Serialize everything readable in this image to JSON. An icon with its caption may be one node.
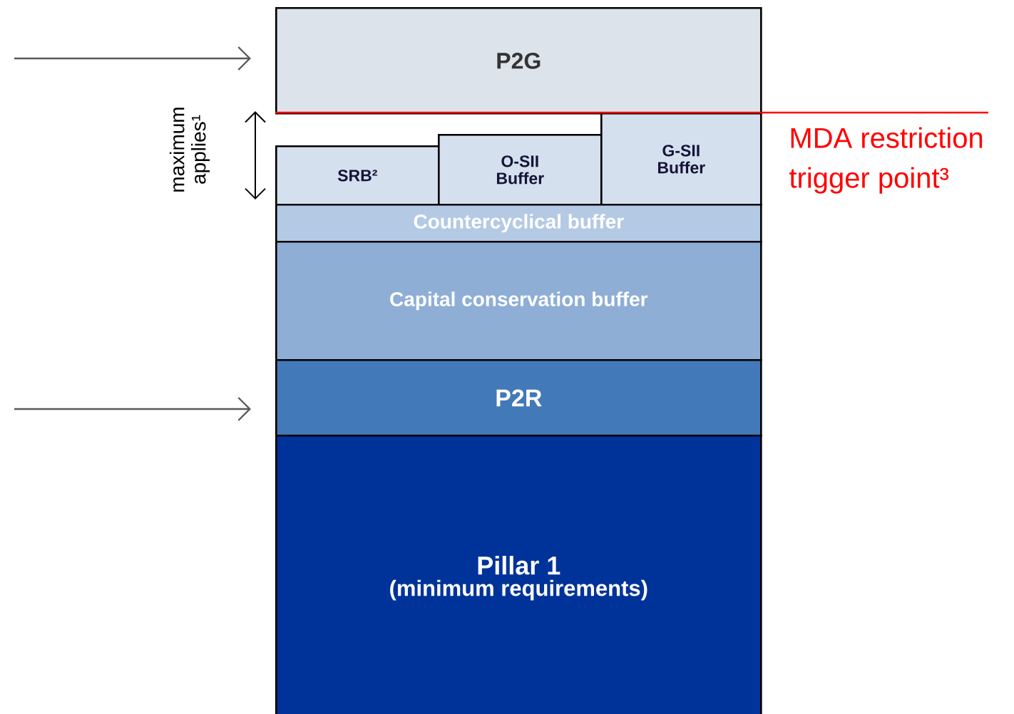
{
  "diagram": {
    "nodes": [
      {
        "text": [
          "P2G"
        ]
      },
      {
        "text": [
          "SRB²"
        ]
      },
      {
        "text": [
          "O-SII Buffer"
        ]
      },
      {
        "text": [
          "G-SII Buffer"
        ]
      },
      {
        "text": [
          "Countercyclical buffer"
        ]
      },
      {
        "text": [
          "Capital conservation buffer"
        ]
      },
      {
        "text": [
          "P2R"
        ]
      },
      {
        "text": [
          "Pillar 1",
          "(minimum requirements)"
        ]
      }
    ],
    "edges": [
      {
        "from": null,
        "to": 0,
        "arrow": "to"
      },
      {
        "from": null,
        "to": 6,
        "arrow": "to"
      }
    ],
    "labels": [
      "maximum applies¹",
      "MDA restriction trigger point³"
    ]
  }
}
